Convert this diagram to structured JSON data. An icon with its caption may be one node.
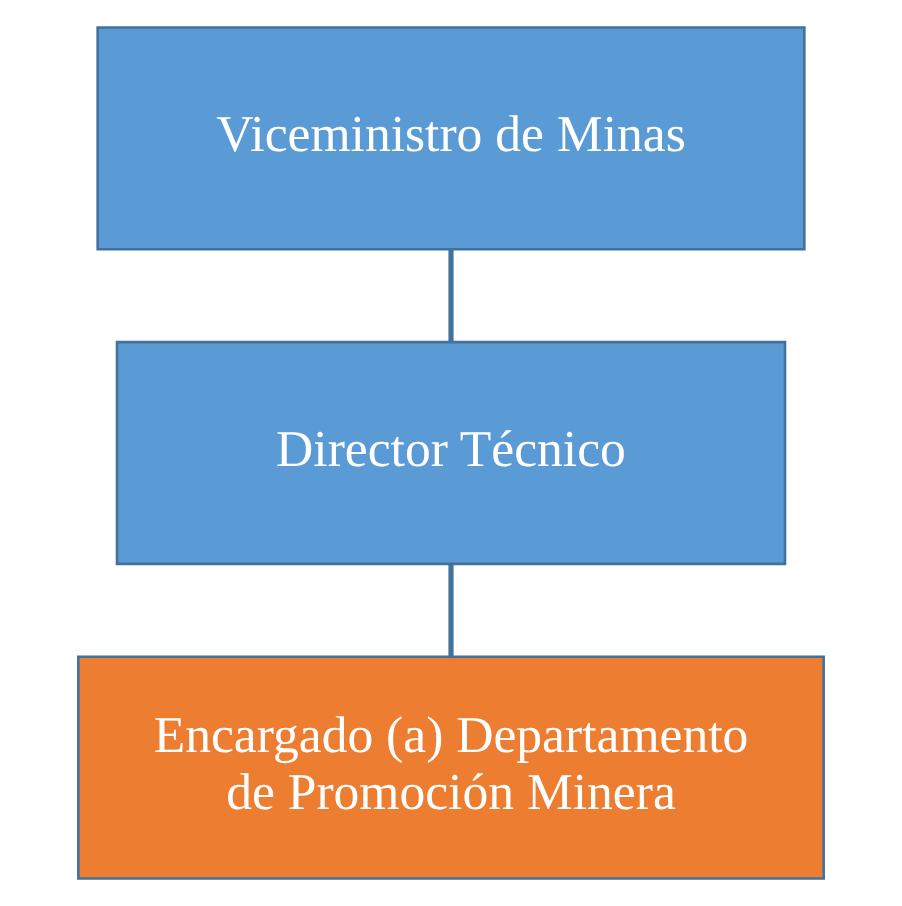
{
  "diagram": {
    "nodes": [
      {
        "text": [
          "Viceministro de Minas"
        ]
      },
      {
        "text": [
          "Director Técnico"
        ]
      },
      {
        "text": [
          "Encargado (a) Departamento de Promoción Minera"
        ]
      }
    ],
    "edges": [
      {
        "from": 0,
        "to": 1,
        "arrow": "none"
      },
      {
        "from": 1,
        "to": 2,
        "arrow": "none"
      }
    ]
  }
}
